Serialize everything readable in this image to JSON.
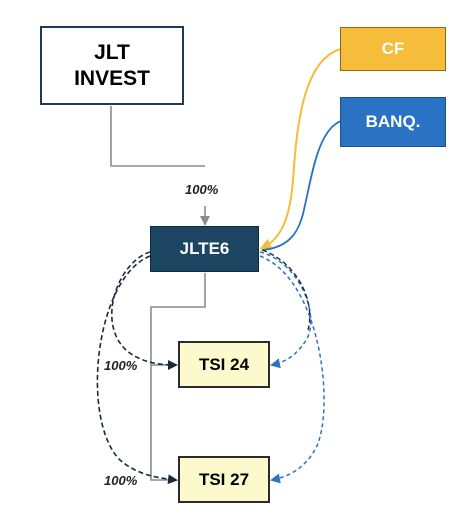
{
  "nodes": {
    "jlt_invest": {
      "line1": "JLT",
      "line2": "INVEST"
    },
    "cf": {
      "label": "CF"
    },
    "banq": {
      "label": "BANQ."
    },
    "jlte6": {
      "label": "JLTE6"
    },
    "tsi24": {
      "label": "TSI 24"
    },
    "tsi27": {
      "label": "TSI 27"
    }
  },
  "edges": {
    "jlt_to_jlte6": {
      "label": "100%"
    },
    "jlte6_to_tsi24": {
      "label": "100%"
    },
    "jlte6_to_tsi27": {
      "label": "100%"
    }
  },
  "colors": {
    "navy": "#1c4562",
    "gold": "#f5bd3a",
    "blue": "#2a73c4",
    "gray": "#8c8c8c",
    "dash_dark": "#1a2a3a",
    "tsi_fill": "#fcf9cc"
  }
}
